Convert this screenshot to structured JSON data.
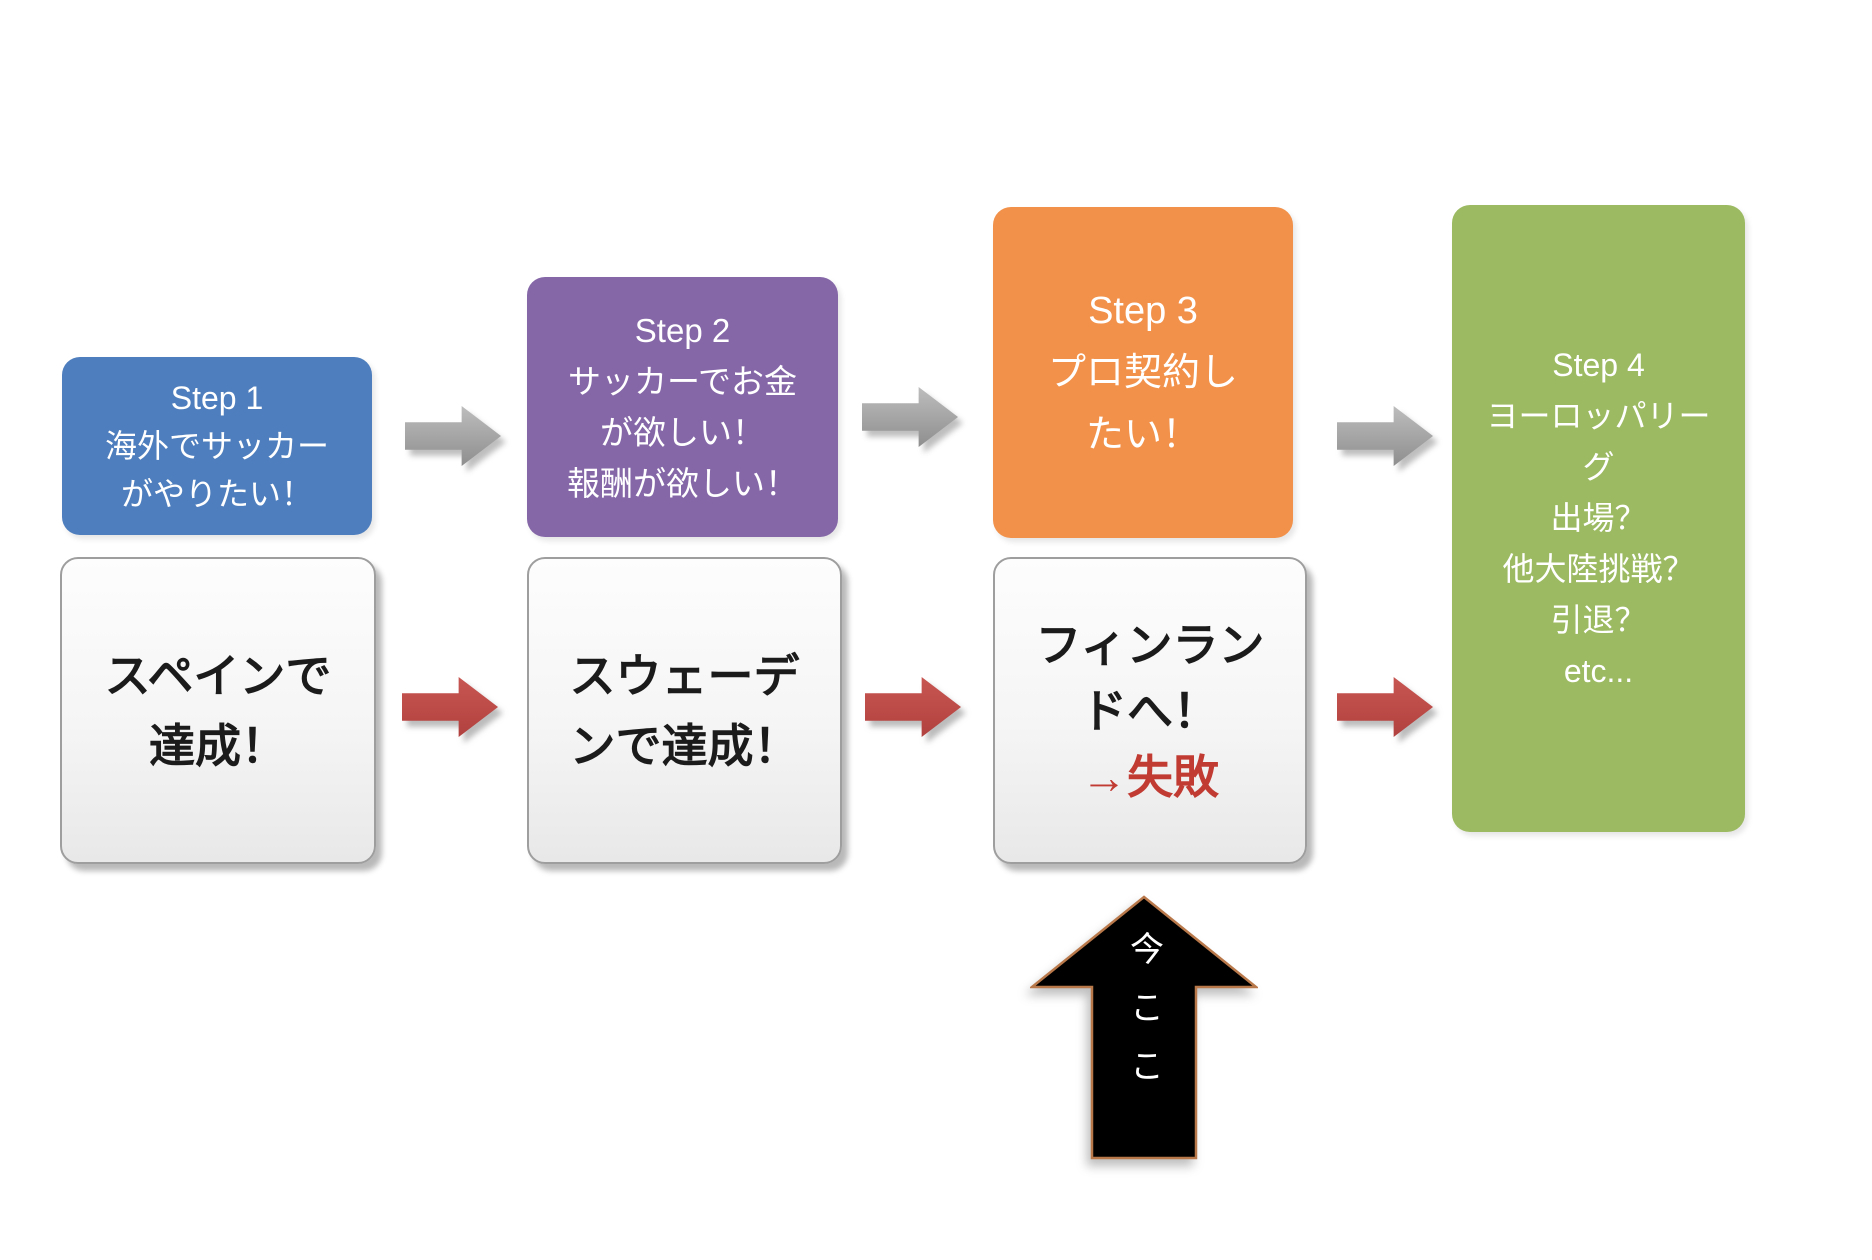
{
  "background_color": "#FFFFFF",
  "steps": [
    {
      "name": "step1",
      "color": "#4E7EBD",
      "label_lines": [
        "Step 1",
        "海外でサッカー",
        "がやりたい！"
      ]
    },
    {
      "name": "step2",
      "color": "#8567A8",
      "label_lines": [
        "Step 2",
        "サッカーでお金",
        "が欲しい！",
        "報酬が欲しい！"
      ]
    },
    {
      "name": "step3",
      "color": "#F2914A",
      "label_lines": [
        "Step 3",
        "プロ契約し",
        "たい！"
      ]
    },
    {
      "name": "step4",
      "color": "#9CBA61",
      "label_lines": [
        "Step 4",
        "ヨーロッパリー",
        "グ",
        "出場？",
        "他大陸挑戦？",
        "引退？",
        "etc..."
      ]
    }
  ],
  "results": [
    {
      "name": "result1",
      "lines": [
        "スペインで",
        "達成！"
      ]
    },
    {
      "name": "result2",
      "lines": [
        "スウェーデ",
        "ンで達成！"
      ]
    },
    {
      "name": "result3",
      "lines": [
        "フィンラン",
        "ドへ！",
        "→失敗"
      ],
      "fail_color": "#C13B33"
    }
  ],
  "arrows": {
    "gray_color": "#A3A3A3",
    "red_color": "#BC4A47"
  },
  "marker": {
    "text": "今ここ",
    "fill_color": "#000000",
    "outline_color": "#B9784A",
    "text_color": "#FFFFFF"
  }
}
